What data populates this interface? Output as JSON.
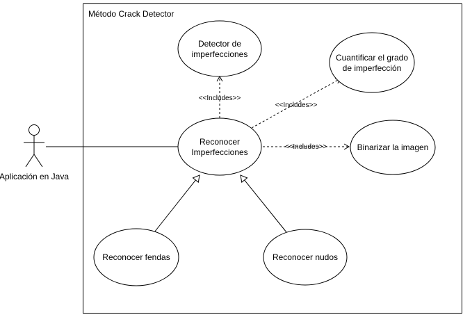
{
  "diagram": {
    "system_title": "Método Crack Detector",
    "actor": {
      "label": "Aplicación en Java"
    },
    "use_cases": {
      "detector": [
        "Detector de",
        "imperfecciones"
      ],
      "cuantificar": [
        "Cuantificar el grado",
        "de imperfección"
      ],
      "reconocer": [
        "Reconocer",
        "Imperfecciones"
      ],
      "binarizar": [
        "Binarizar la imagen"
      ],
      "fendas": [
        "Reconocer fendas"
      ],
      "nudos": [
        "Reconocer nudos"
      ]
    },
    "relations": {
      "include_detector": "<<Includes>>",
      "include_cuantificar": "<<Includes>>",
      "include_binarizar": "<<Includes>>"
    },
    "colors": {
      "stroke": "#000000",
      "fill": "#ffffff",
      "text": "#000000"
    }
  }
}
